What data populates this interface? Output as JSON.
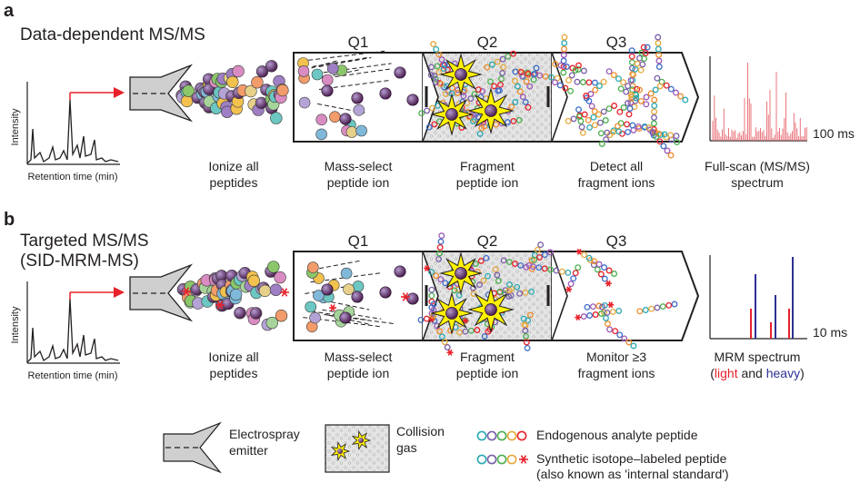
{
  "panel_a": {
    "letter": "a",
    "title": "Data-dependent MS/MS",
    "axis_y": "Intensity",
    "axis_x": "Retention time (min)",
    "stages": [
      "Q1",
      "Q2",
      "Q3"
    ],
    "captions": [
      [
        "Ionize all",
        "peptides"
      ],
      [
        "Mass-select",
        "peptide ion"
      ],
      [
        "Fragment",
        "peptide ion"
      ],
      [
        "Detect all",
        "fragment ions"
      ],
      [
        "Full-scan (MS/MS)",
        "spectrum"
      ]
    ],
    "time_label": "100 ms"
  },
  "panel_b": {
    "letter": "b",
    "title_line1": "Targeted MS/MS",
    "title_line2": "(SID-MRM-MS)",
    "axis_y": "Intensity",
    "axis_x": "Retention time (min)",
    "stages": [
      "Q1",
      "Q2",
      "Q3"
    ],
    "captions": [
      [
        "Ionize all",
        "peptides"
      ],
      [
        "Mass-select",
        "peptide ion"
      ],
      [
        "Fragment",
        "peptide ion"
      ],
      [
        "Monitor ≥3",
        "fragment ions"
      ],
      [
        "MRM spectrum",
        ""
      ]
    ],
    "spectrum_note": {
      "open": "(",
      "light": "light",
      "and": " and ",
      "heavy": "heavy",
      "close": ")"
    },
    "time_label": "10 ms"
  },
  "legend": {
    "emitter": [
      "Electrospray",
      "emitter"
    ],
    "collision": [
      "Collision",
      "gas"
    ],
    "endogenous": "Endogenous analyte peptide",
    "synthetic": [
      "Synthetic isotope–labeled peptide",
      "(also known as 'internal standard')"
    ]
  },
  "colors": {
    "arrow": "#e8212b",
    "spectrum_a": "#e8747c",
    "light": "#e8212b",
    "heavy": "#2e3192",
    "burst": "#fff200"
  }
}
